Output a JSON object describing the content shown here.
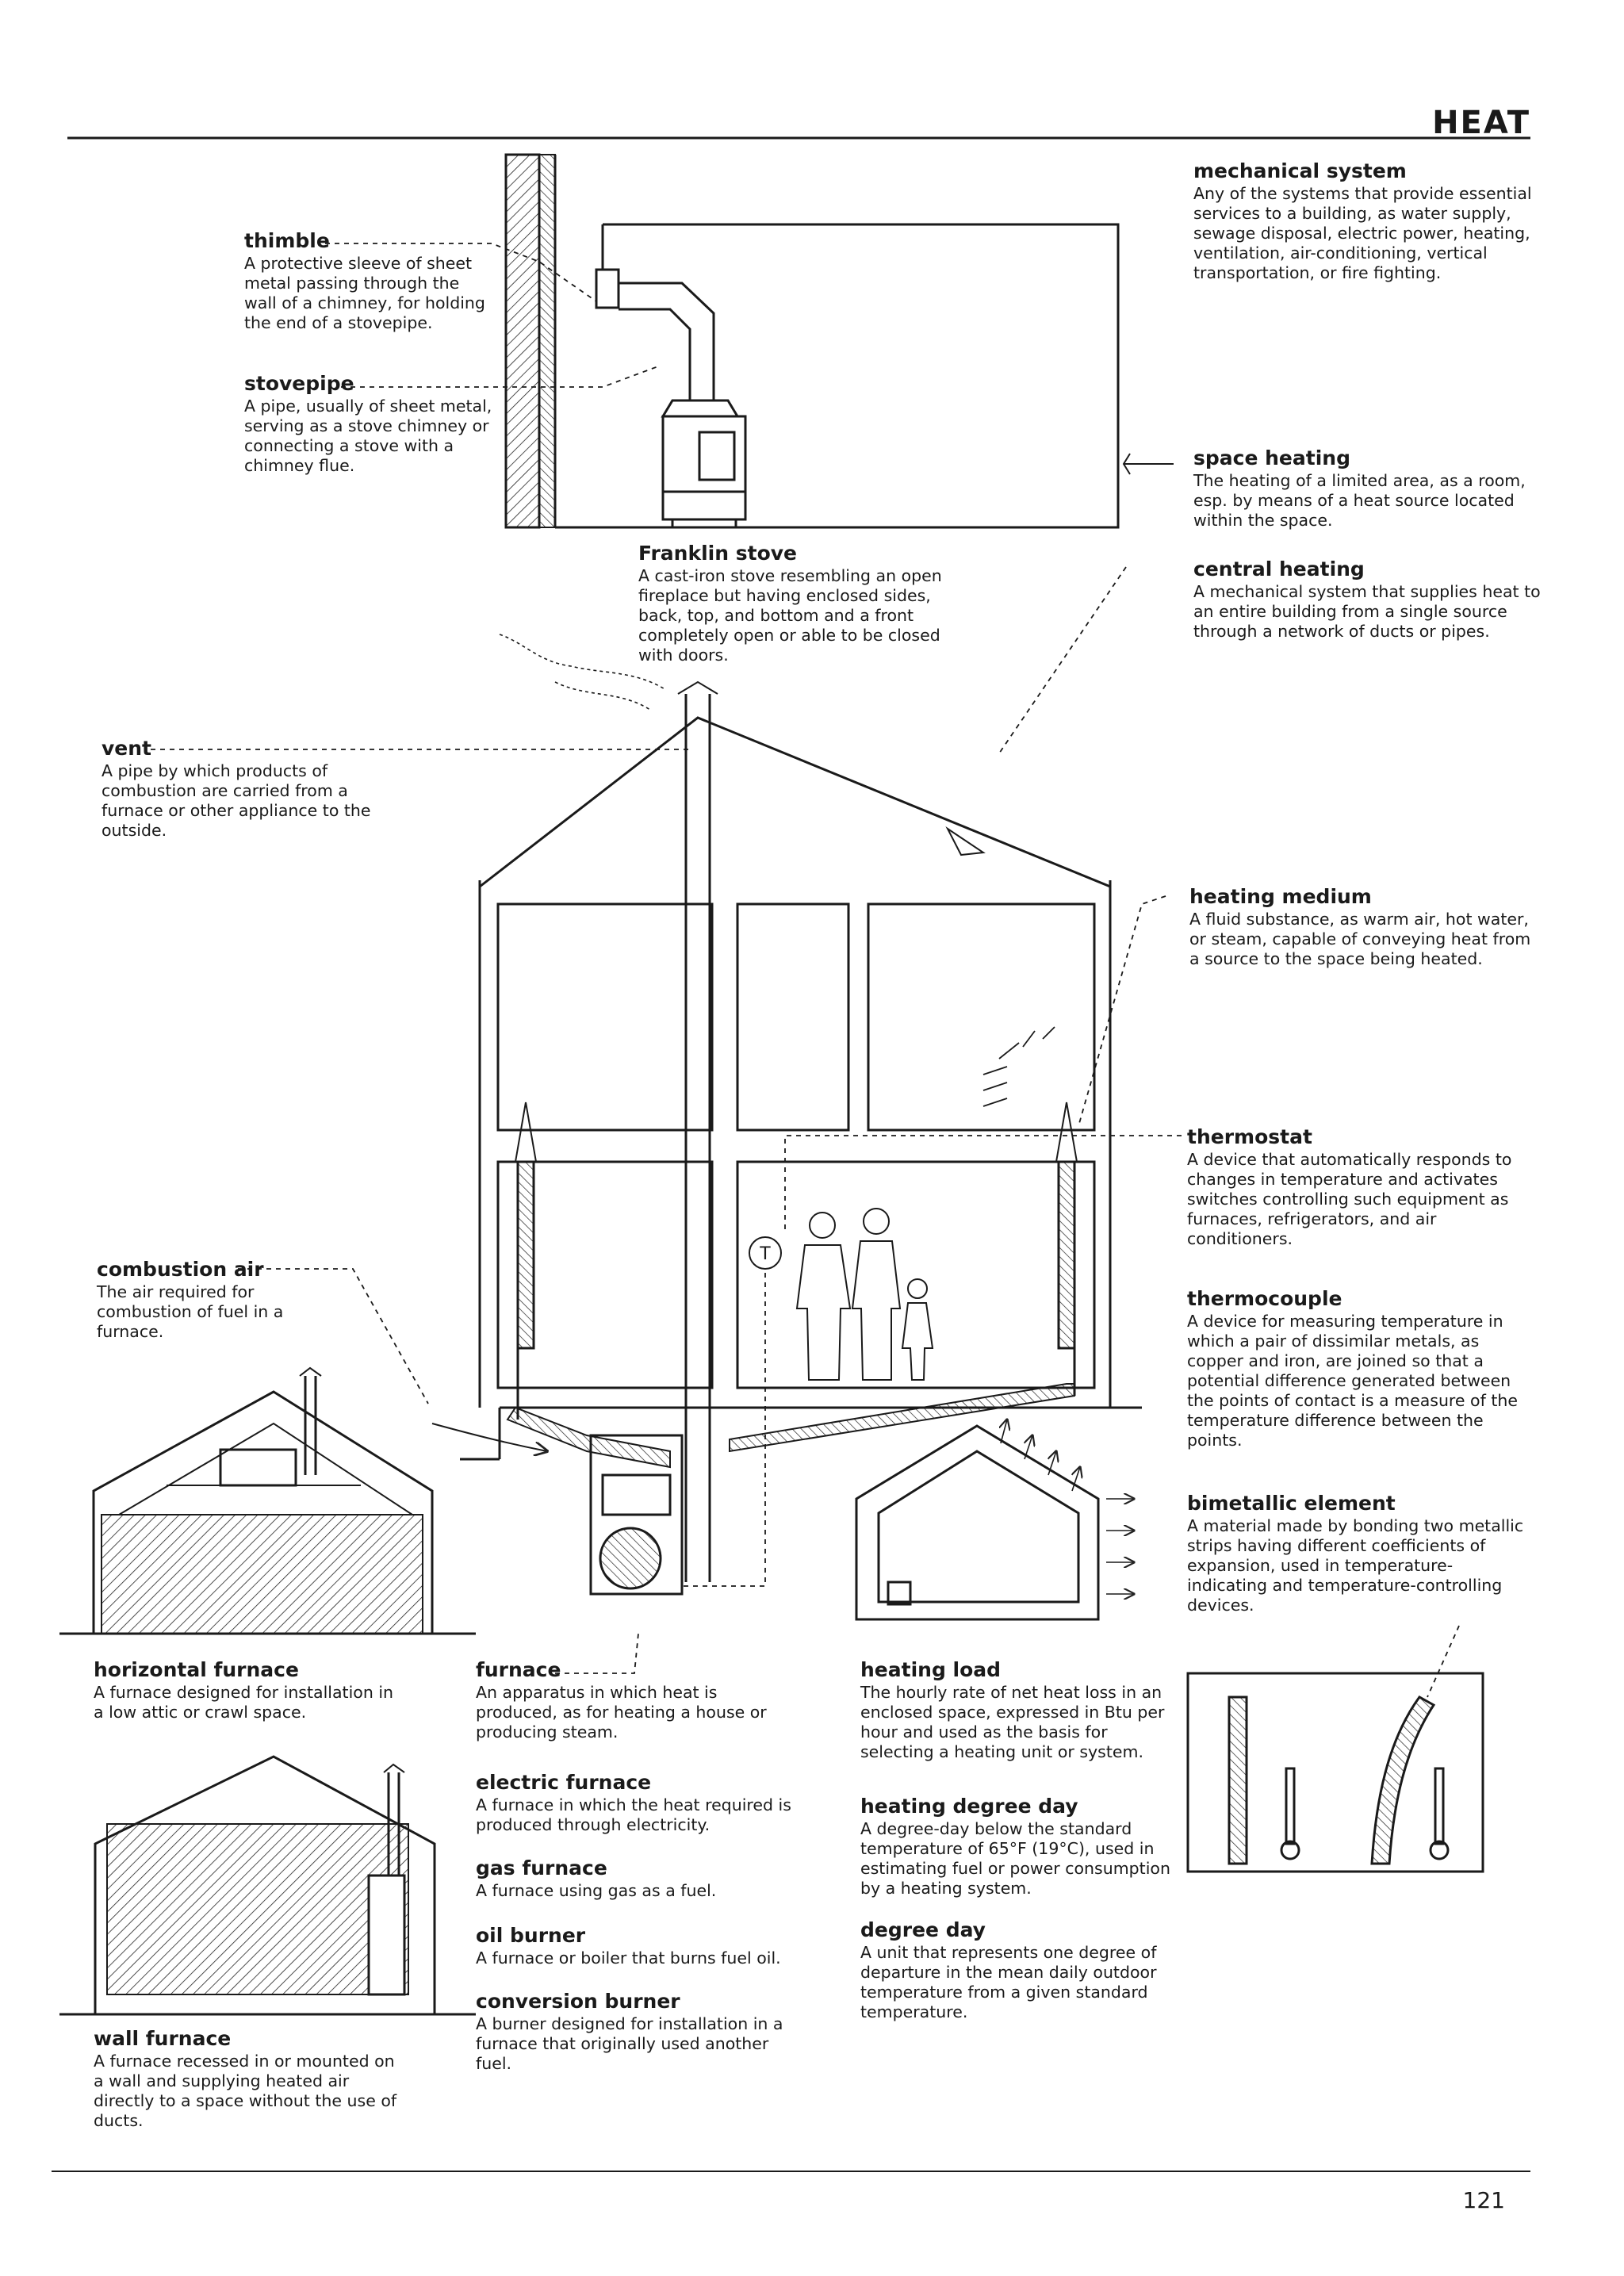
{
  "header": {
    "title": "HEAT"
  },
  "page_number": "121",
  "entries": {
    "mechanical_system": {
      "term": "mechanical system",
      "def": "Any of the systems that provide essential services to a building, as water supply, sewage disposal, electric power, heating, ventilation, air-conditioning, vertical transportation, or fire fighting."
    },
    "thimble": {
      "term": "thimble",
      "def": "A protective sleeve of sheet metal passing through the wall of a chimney, for holding the end of a stovepipe."
    },
    "stovepipe": {
      "term": "stovepipe",
      "def": "A pipe, usually of sheet metal, serving as a stove chimney or connecting a stove with a chimney flue."
    },
    "space_heating": {
      "term": "space heating",
      "def": "The heating of a limited area, as a room, esp. by means of a heat source located within the space."
    },
    "franklin_stove": {
      "term": "Franklin stove",
      "def": "A cast-iron stove resembling an open fireplace but having enclosed sides, back, top, and bottom and a front completely open or able to be closed with doors."
    },
    "central_heating": {
      "term": "central heating",
      "def": "A mechanical system that supplies heat to an entire building from a single source through a network of ducts or pipes."
    },
    "vent": {
      "term": "vent",
      "def": "A pipe by which products of combustion are carried from a furnace or other appliance to the outside."
    },
    "heating_medium": {
      "term": "heating medium",
      "def": "A fluid substance, as warm air, hot water, or steam, capable of conveying heat from a source to the space being heated."
    },
    "thermostat": {
      "term": "thermostat",
      "def": "A device that automatically responds to changes in temperature and activates switches controlling such equipment as furnaces, refrigerators, and air conditioners."
    },
    "thermocouple": {
      "term": "thermocouple",
      "def": "A device for measuring temperature in which a pair of dissimilar metals, as copper and iron, are joined so that a potential difference generated between the points of contact is a measure of the temperature difference between the points."
    },
    "bimetallic_element": {
      "term": "bimetallic element",
      "def": "A material made by bonding two metallic strips having different coefficients of expansion, used in temperature-indicating and temperature-controlling devices."
    },
    "combustion_air": {
      "term": "combustion air",
      "def": "The air required for combustion of fuel in a furnace."
    },
    "horizontal_furnace": {
      "term": "horizontal furnace",
      "def": "A furnace designed for installation in a low attic or crawl space."
    },
    "furnace": {
      "term": "furnace",
      "def": "An apparatus in which heat is produced, as for heating a house or producing steam."
    },
    "electric_furnace": {
      "term": "electric furnace",
      "def": "A furnace in which the heat required is produced through electricity."
    },
    "gas_furnace": {
      "term": "gas furnace",
      "def": "A furnace using gas as a fuel."
    },
    "oil_burner": {
      "term": "oil burner",
      "def": "A furnace or boiler that burns fuel oil."
    },
    "conversion_burner": {
      "term": "conversion burner",
      "def": "A burner designed for installation in a furnace that originally used another fuel."
    },
    "heating_load": {
      "term": "heating load",
      "def": "The hourly rate of net heat loss in an enclosed space, expressed in Btu per hour and used as the basis for selecting a heating unit or system."
    },
    "heating_degree_day": {
      "term": "heating degree day",
      "def": "A degree-day below the standard temperature of 65°F (19°C), used in estimating fuel or power consumption by a heating system."
    },
    "degree_day": {
      "term": "degree day",
      "def": "A unit that represents one degree of departure in the mean daily outdoor temperature from a given standard temperature."
    },
    "wall_furnace": {
      "term": "wall furnace",
      "def": "A furnace recessed in or mounted on a wall and supplying heated air directly to a space without the use of ducts."
    }
  },
  "thermostat_symbol": "T"
}
